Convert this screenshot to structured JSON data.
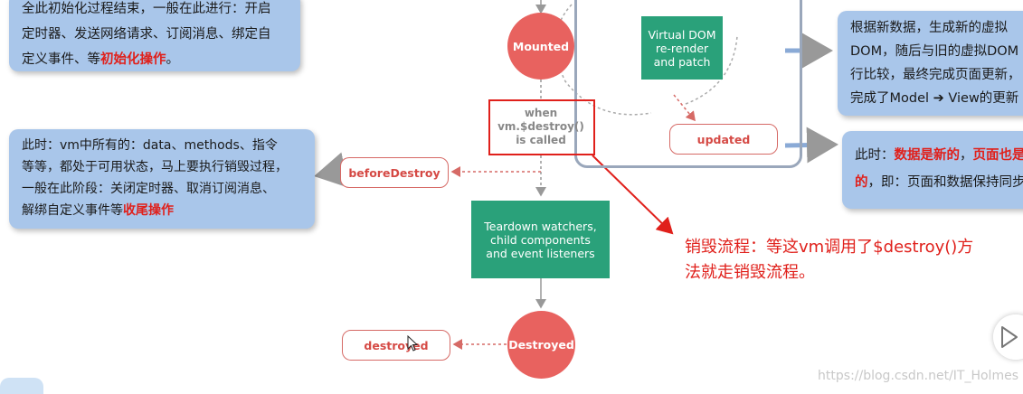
{
  "top_left_note": {
    "line1": "全此初始化过程结束，一般在此进行：开启",
    "line2": "定时器、发送网络请求、订阅消息、绑定自",
    "line3_prefix": "定义事件、等",
    "line3_highlight": "初始化操作",
    "line3_suffix": "。"
  },
  "mounted_label": "Mounted",
  "vdom_label": "Virtual DOM re-render and patch",
  "right_top_note": {
    "line1": "根据新数据，生成新的虚拟",
    "line2": "DOM，随后与旧的虚拟DOM",
    "line3": "行比较，最终完成页面更新，",
    "line4": "完成了Model ➔ View的更新"
  },
  "updated_label": "updated",
  "right_mid_note": {
    "prefix": "此时：",
    "highlight1": "数据是新的",
    "sep": "，",
    "highlight2": "页面也是",
    "line2_highlight": "的",
    "line2_rest": "，即：页面和数据保持同步"
  },
  "when_destroy": {
    "line1": "when",
    "line2": "vm.$destroy()",
    "line3": "is called"
  },
  "left_mid_note": {
    "line1": "此时：vm中所有的：data、methods、指令",
    "line2": "等等，都处于可用状态，马上要执行销毁过程，",
    "line3": "一般在此阶段：关闭定时器、取消订阅消息、",
    "line4_prefix": "解绑自定义事件等",
    "line4_highlight": "收尾操作"
  },
  "before_destroy_label": "beforeDestroy",
  "teardown_label": "Teardown watchers, child components and event listeners",
  "annotation": {
    "line1": "销毁流程：等这vm调用了$destroy()方",
    "line2": "法就走销毁流程。"
  },
  "destroyed_circle_label": "Destroyed",
  "destroyed_pill_label": "destroyed",
  "watermark": "https://blog.csdn.net/IT_Holmes",
  "colors": {
    "note_bg": "#a9c6ea",
    "circle": "#e8625f",
    "green": "#2aa17a",
    "annotation": "#e0201b"
  }
}
